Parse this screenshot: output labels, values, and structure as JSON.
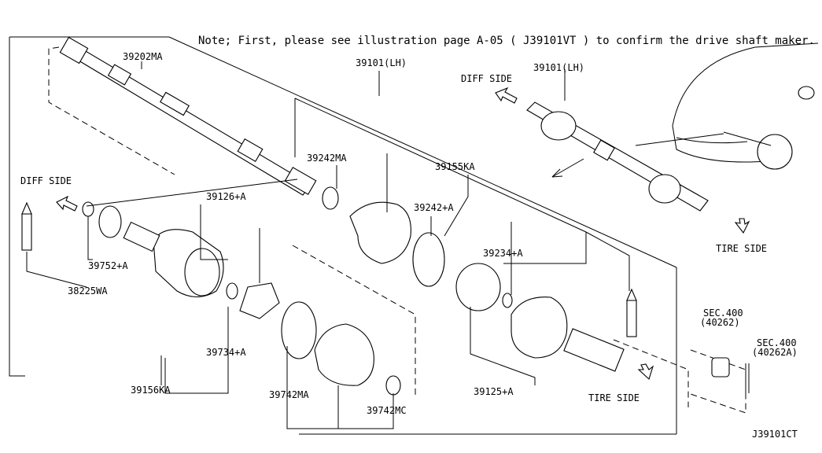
{
  "note": "Note; First, please see illustration page A-05 ( J39101VT ) to confirm the drive shaft maker.",
  "diagram_code": "J39101CT",
  "labels": {
    "p39202MA": "39202MA",
    "p39101LH_main": "39101(LH)",
    "p39101LH_inset": "39101(LH)",
    "p39242MA": "39242MA",
    "p39155KA": "39155KA",
    "p39126A": "39126+A",
    "p39242A": "39242+A",
    "p39752A": "39752+A",
    "p38225WA": "38225WA",
    "p39234A": "39234+A",
    "p39734A": "39734+A",
    "p39156KA": "39156KA",
    "p39742MA": "39742MA",
    "p39742MC": "39742MC",
    "p39125A": "39125+A",
    "sec400_a": "SEC.400",
    "sec400_a_num": "(40262)",
    "sec400_b": "SEC.400",
    "sec400_b_num": "(40262A)"
  },
  "directions": {
    "diff_side_left": "DIFF SIDE",
    "diff_side_inset": "DIFF SIDE",
    "tire_side_bottom": "TIRE SIDE",
    "tire_side_inset": "TIRE SIDE"
  }
}
